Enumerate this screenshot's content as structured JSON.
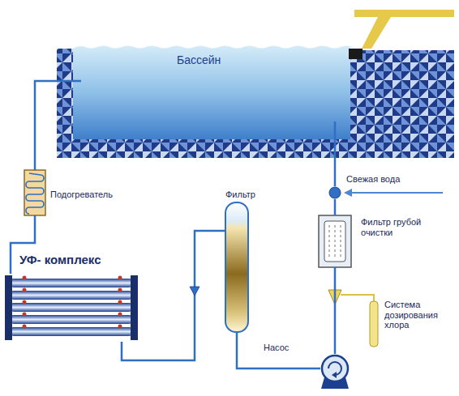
{
  "diagram": {
    "nodes": [
      {
        "text": [
          "Бассейн"
        ]
      },
      {
        "text": [
          "Свежая вода"
        ]
      },
      {
        "text": [
          "Подогреватель"
        ]
      },
      {
        "text": [
          "Фильтр грубой очистки"
        ]
      },
      {
        "text": [
          "УФ- комплекс"
        ]
      },
      {
        "text": [
          "Фильтр"
        ]
      },
      {
        "text": [
          "Система дозирования хлора"
        ]
      },
      {
        "text": [
          "Насос"
        ]
      }
    ],
    "edges": [
      {
        "from": 0,
        "to": 1,
        "arrow": "none"
      },
      {
        "from": 1,
        "to": 3,
        "arrow": "none"
      },
      {
        "from": 3,
        "to": 7,
        "arrow": "none"
      },
      {
        "from": 7,
        "to": 5,
        "arrow": "none"
      },
      {
        "from": 5,
        "to": 4,
        "arrow": "to"
      },
      {
        "from": 4,
        "to": 2,
        "arrow": "none"
      },
      {
        "from": 2,
        "to": 0,
        "arrow": "none"
      }
    ]
  }
}
